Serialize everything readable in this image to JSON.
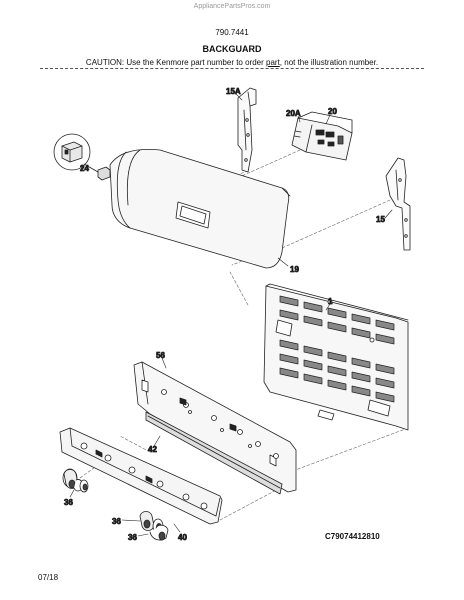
{
  "header": {
    "watermark": "AppliancePartsPros.com",
    "model": "790.7441",
    "title": "BACKGUARD",
    "caution_before": "CAUTION: Use the Kenmore part number to order ",
    "caution_link": "part",
    "caution_after": ", not the illustration number."
  },
  "callouts": {
    "c15a": "15A",
    "c20a": "20A",
    "c20": "20",
    "c24": "24",
    "c15": "15",
    "c19": "19",
    "c1": "1",
    "c56": "56",
    "c42": "42",
    "c36a": "36",
    "c36b": "36",
    "c36c": "36",
    "c40": "40"
  },
  "footer": {
    "illustration_id": "C79074412810",
    "date": "07/18"
  }
}
